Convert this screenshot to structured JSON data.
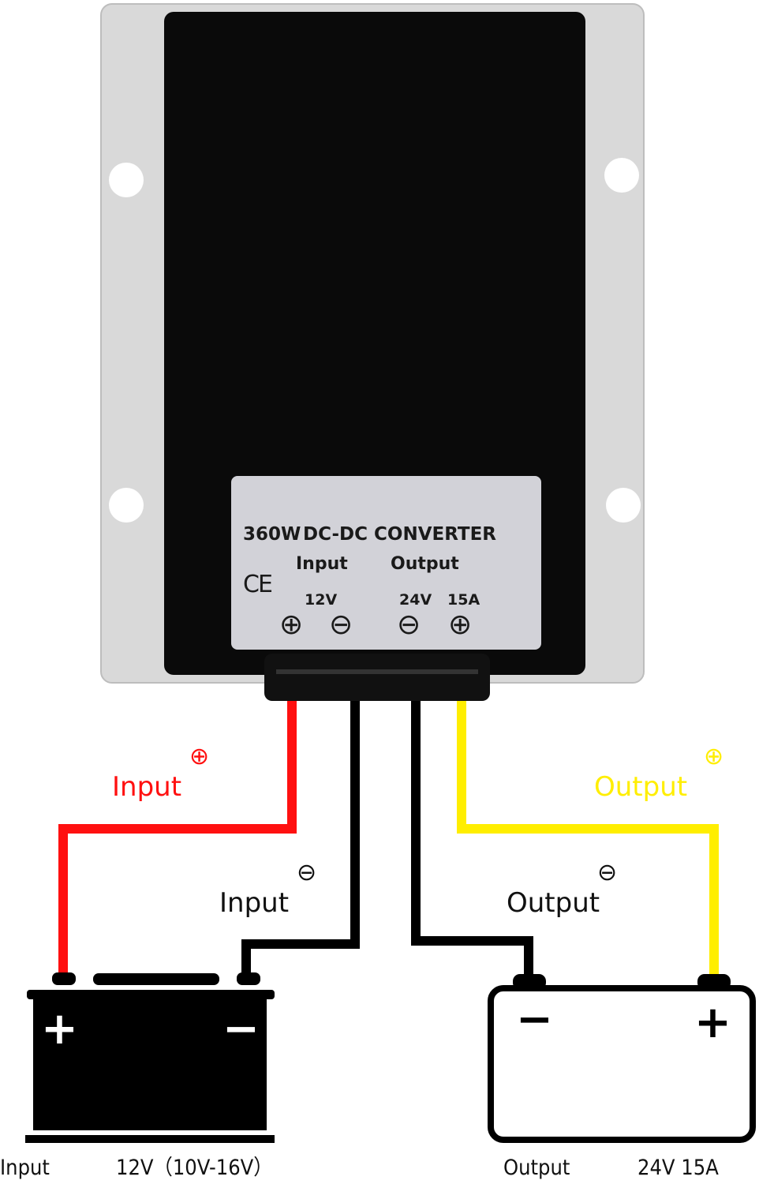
{
  "converter": {
    "label_title_power": "360W",
    "label_title_type": "DC-DC CONVERTER",
    "input_heading": "Input",
    "output_heading": "Output",
    "ce_mark": "CE",
    "input_voltage": "12V",
    "output_voltage": "24V",
    "output_current": "15A",
    "terminal_symbols": [
      "⊕",
      "⊖",
      "⊖",
      "⊕"
    ]
  },
  "wires": {
    "input_positive": {
      "label": "Input",
      "symbol": "⊕",
      "color": "#ff1010"
    },
    "input_negative": {
      "label": "Input",
      "symbol": "⊖",
      "color": "#000000"
    },
    "output_negative": {
      "label": "Output",
      "symbol": "⊖",
      "color": "#000000"
    },
    "output_positive": {
      "label": "Output",
      "symbol": "⊕",
      "color": "#ffee00"
    }
  },
  "batteries": {
    "input": {
      "plus": "+",
      "minus": "−"
    },
    "output": {
      "plus": "+",
      "minus": "−"
    }
  },
  "captions": {
    "input_label": "Input",
    "input_spec": "12V（10V-16V）",
    "output_label": "Output",
    "output_spec": "24V 15A"
  }
}
